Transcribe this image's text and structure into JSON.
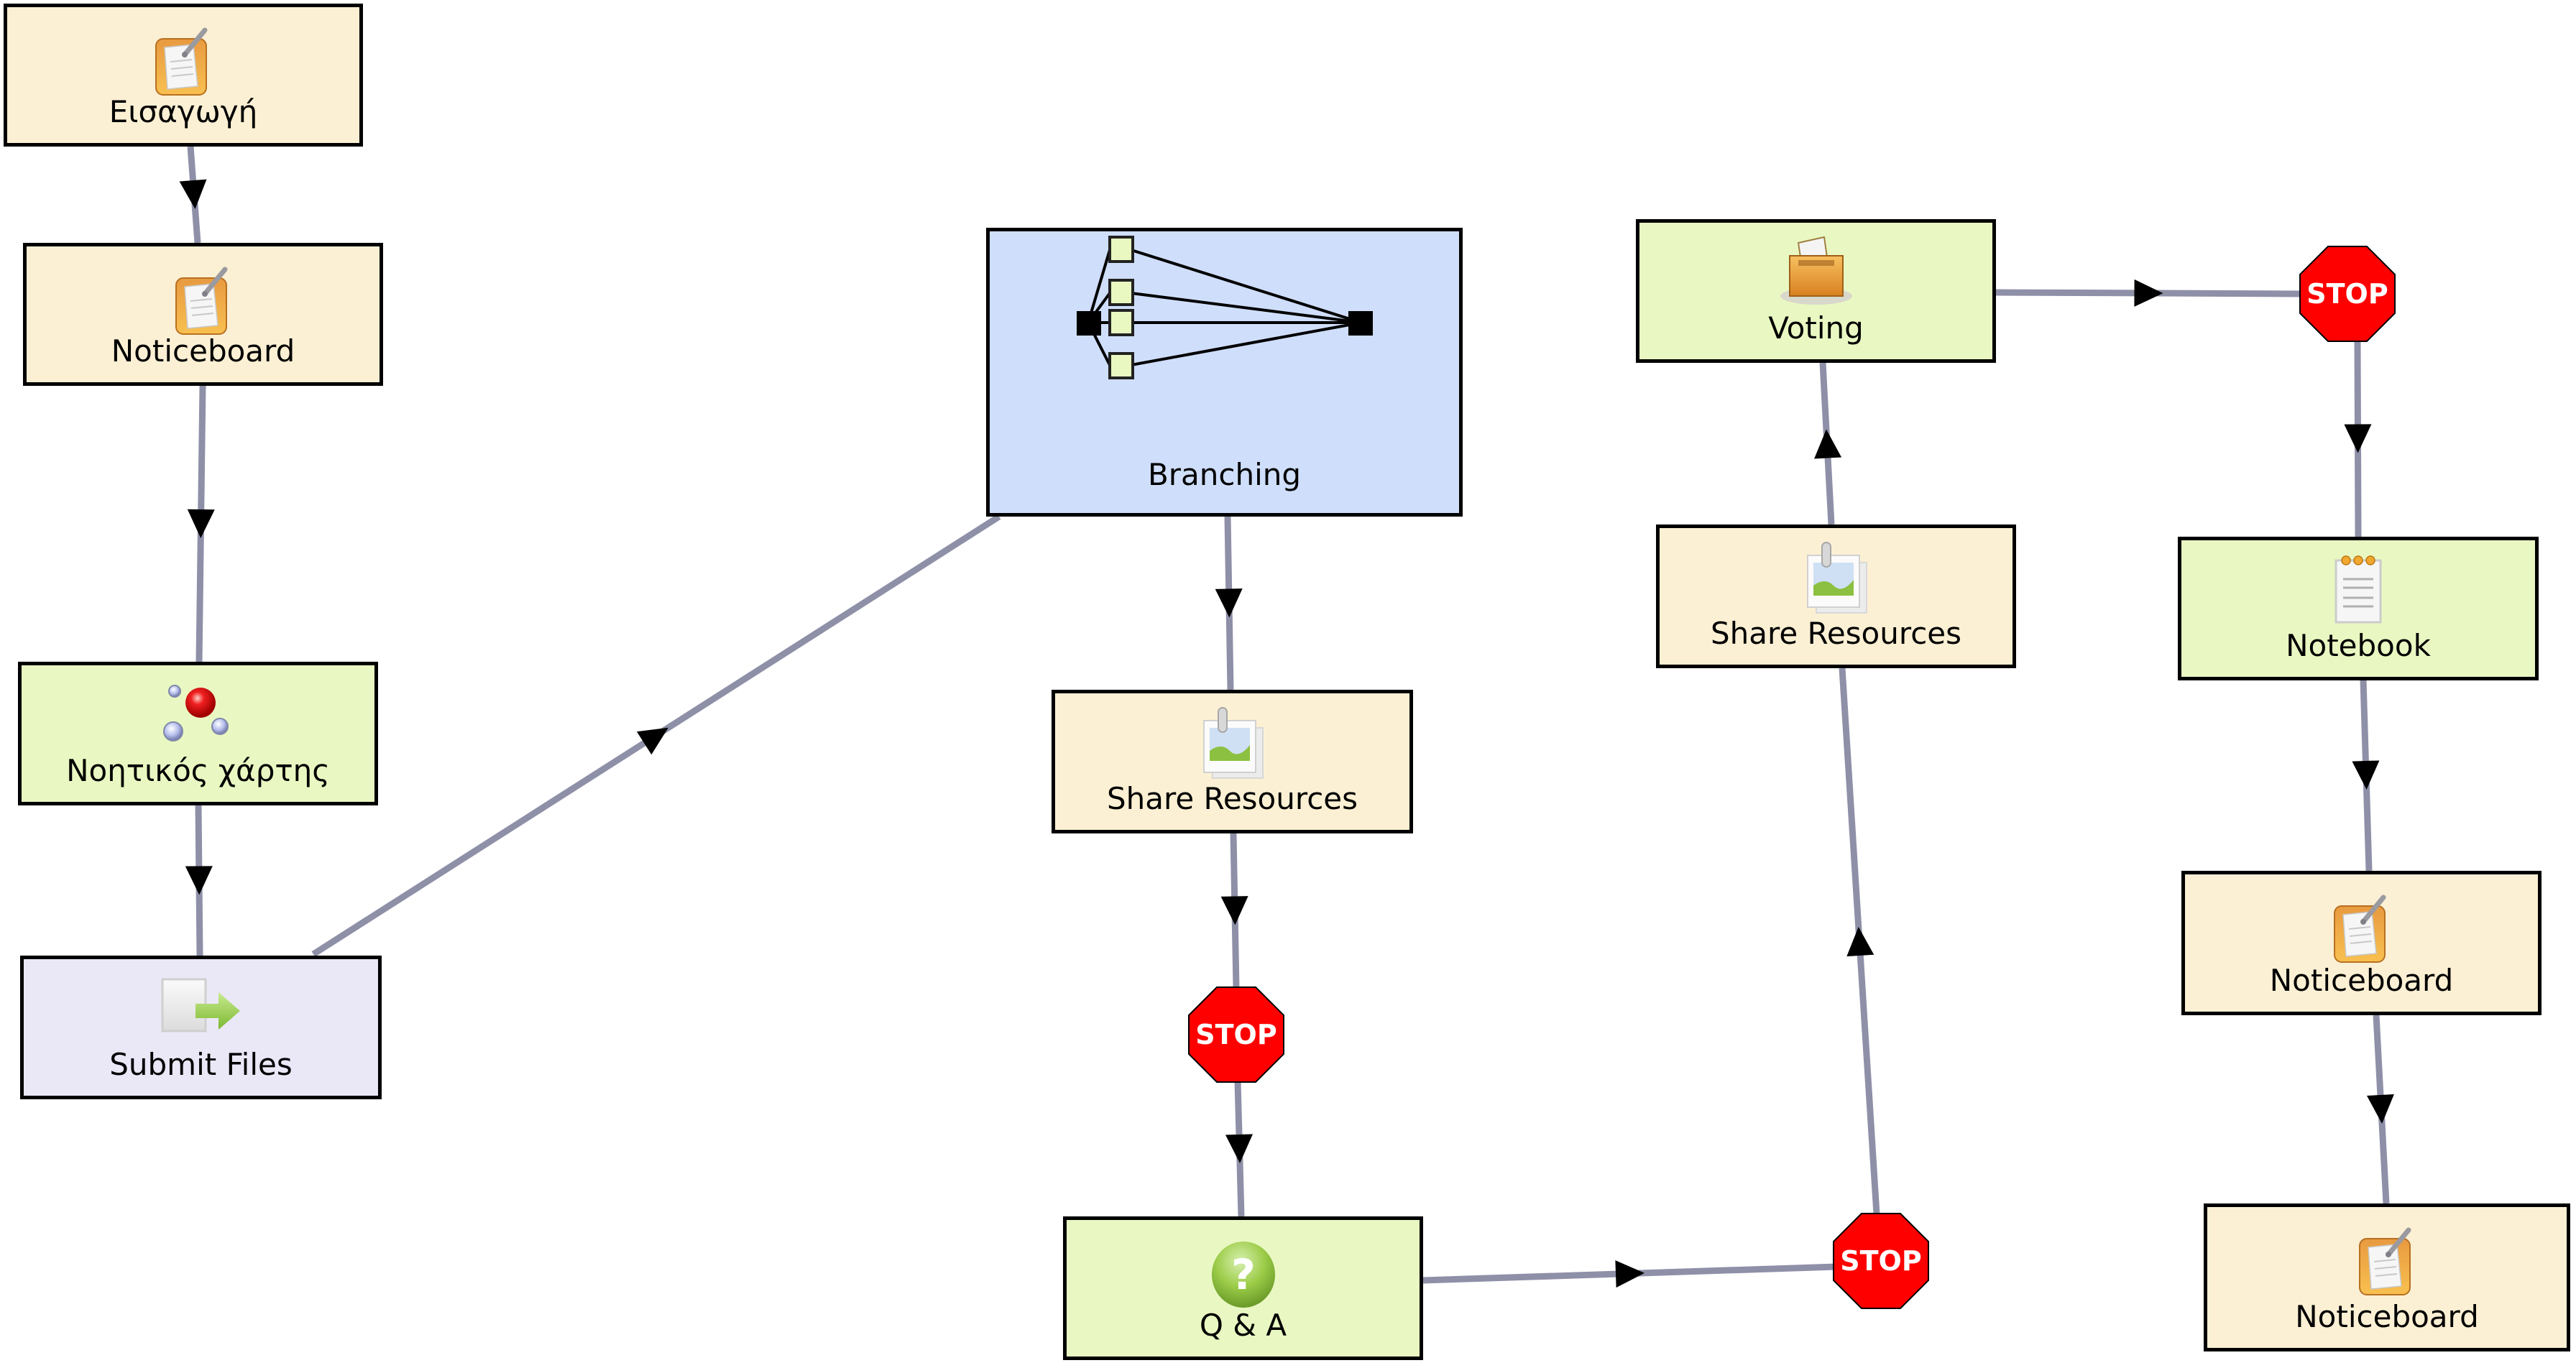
{
  "diagram": {
    "colors": {
      "cream": "#fcf0d4",
      "green": "#e9f8c2",
      "blue": "#cfdefa",
      "lavender": "#eae8f7",
      "edge": "#8e90a8",
      "stop_red": "#ff0000"
    },
    "nodes": [
      {
        "id": "n1",
        "label": "Εισαγωγή",
        "icon": "noticeboard-icon",
        "fill": "cream"
      },
      {
        "id": "n2",
        "label": "Noticeboard",
        "icon": "noticeboard-icon",
        "fill": "cream"
      },
      {
        "id": "n3",
        "label": "Νοητικός χάρτης",
        "icon": "mindmap-icon",
        "fill": "green"
      },
      {
        "id": "n4",
        "label": "Submit Files",
        "icon": "submit-files-icon",
        "fill": "lavender"
      },
      {
        "id": "n5",
        "label": "Branching",
        "icon": "branching-icon",
        "fill": "blue"
      },
      {
        "id": "n6",
        "label": "Share Resources",
        "icon": "share-resources-icon",
        "fill": "cream"
      },
      {
        "id": "n7",
        "label": "Q & A",
        "icon": "question-icon",
        "fill": "green"
      },
      {
        "id": "n8",
        "label": "Share Resources",
        "icon": "share-resources-icon",
        "fill": "cream"
      },
      {
        "id": "n9",
        "label": "Voting",
        "icon": "ballot-box-icon",
        "fill": "green"
      },
      {
        "id": "n10",
        "label": "Notebook",
        "icon": "notebook-icon",
        "fill": "green"
      },
      {
        "id": "n11",
        "label": "Noticeboard",
        "icon": "noticeboard-icon",
        "fill": "cream"
      },
      {
        "id": "n12",
        "label": "Noticeboard",
        "icon": "noticeboard-icon",
        "fill": "cream"
      }
    ],
    "stops": [
      {
        "id": "s1",
        "label": "STOP"
      },
      {
        "id": "s2",
        "label": "STOP"
      },
      {
        "id": "s3",
        "label": "STOP"
      }
    ],
    "edges": [
      {
        "from": "n1",
        "to": "n2"
      },
      {
        "from": "n2",
        "to": "n3"
      },
      {
        "from": "n3",
        "to": "n4"
      },
      {
        "from": "n4",
        "to": "n5"
      },
      {
        "from": "n5",
        "to": "n6"
      },
      {
        "from": "n6",
        "to": "s1"
      },
      {
        "from": "s1",
        "to": "n7"
      },
      {
        "from": "n7",
        "to": "s2"
      },
      {
        "from": "s2",
        "to": "n8"
      },
      {
        "from": "n8",
        "to": "n9"
      },
      {
        "from": "n9",
        "to": "s3"
      },
      {
        "from": "s3",
        "to": "n10"
      },
      {
        "from": "n10",
        "to": "n11"
      },
      {
        "from": "n11",
        "to": "n12"
      }
    ]
  }
}
